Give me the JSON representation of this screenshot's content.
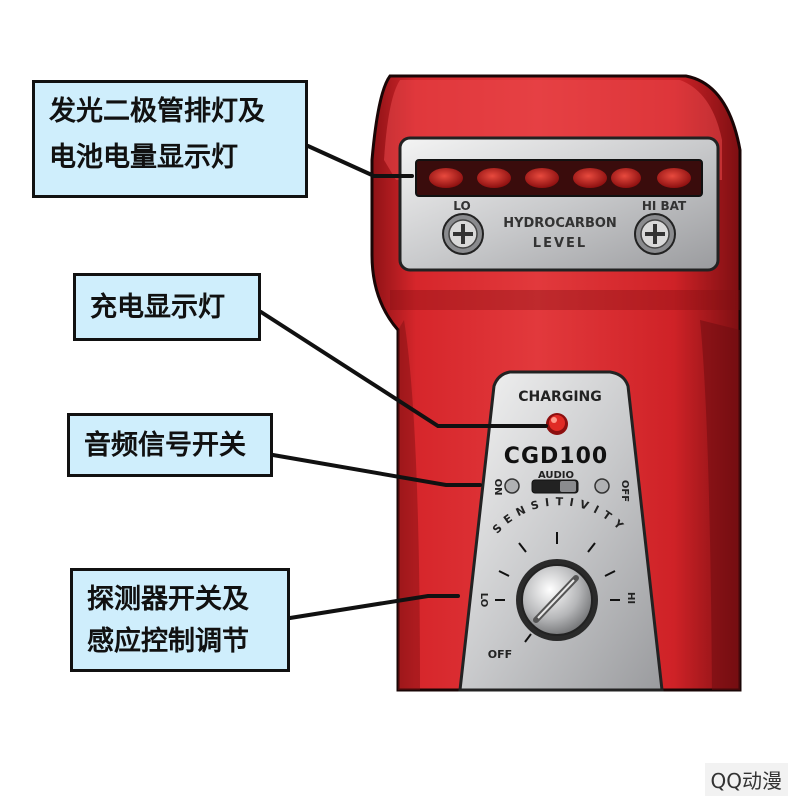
{
  "callouts": {
    "led_bar": {
      "line1": "发光二极管排灯及",
      "line2": "电池电量显示灯"
    },
    "charging_light": {
      "line1": "充电显示灯"
    },
    "audio_switch": {
      "line1": "音频信号开关"
    },
    "detector_switch": {
      "line1": "探测器开关及",
      "line2": "感应控制调节"
    }
  },
  "device": {
    "top_panel": {
      "lo_label": "LO",
      "hi_bat_label": "HI BAT",
      "name_line1": "HYDROCARBON",
      "name_line2": "LEVEL",
      "led_count": 6
    },
    "lower_panel": {
      "charging_label": "CHARGING",
      "model": "CGD100",
      "audio_label": "AUDIO",
      "on_label": "ON",
      "off_label": "OFF",
      "sensitivity_label": "SENSITIVITY",
      "lo_label": "LO",
      "hi_label": "HI",
      "dial_off_label": "OFF"
    }
  },
  "colors": {
    "body_red": "#d6262b",
    "dark_red": "#9d1317",
    "panel_silver": "#c9cacc",
    "callout_fill": "#cfeefc",
    "led_red": "#b01818"
  },
  "watermark": "QQ动漫"
}
